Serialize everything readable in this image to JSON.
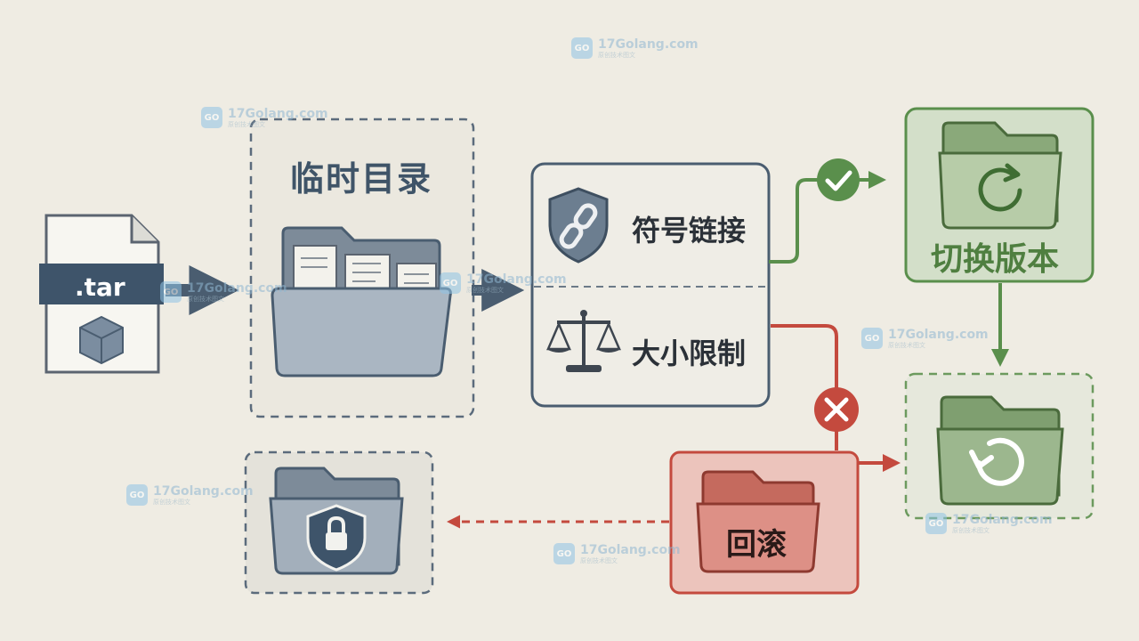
{
  "labels": {
    "tar": ".tar",
    "temp_dir": "临时目录",
    "symlink": "符号链接",
    "size_limit": "大小限制",
    "switch_version": "切换版本",
    "rollback": "回滚"
  },
  "watermarks": [
    {
      "site": "17Golang.com",
      "sub": "原创技术图文"
    },
    {
      "site": "17Golang.com",
      "sub": "原创技术图文"
    },
    {
      "site": "17Golang.com",
      "sub": "原创技术图文"
    },
    {
      "site": "17Golang.com",
      "sub": "原创技术图文"
    },
    {
      "site": "17Golang.com",
      "sub": "原创技术图文"
    },
    {
      "site": "17Golang.com",
      "sub": "原创技术图文"
    },
    {
      "site": "17Golang.com",
      "sub": "原创技术图文"
    },
    {
      "site": "17Golang.com",
      "sub": "原创技术图文"
    }
  ],
  "watermark_logo": "GO",
  "colors": {
    "background": "#efece3",
    "slate": "#4a5d70",
    "blue_fill": "#aab6c2",
    "green": "#5a8f4c",
    "green_fill": "#c9d8bd",
    "red": "#c44a3e",
    "red_fill": "#e8b1a8"
  },
  "icons": [
    "tar-file-icon",
    "box-icon",
    "folder-documents-icon",
    "shield-link-icon",
    "balance-scale-icon",
    "check-icon",
    "folder-refresh-icon",
    "folder-restore-icon",
    "cross-icon",
    "folder-lock-icon"
  ]
}
